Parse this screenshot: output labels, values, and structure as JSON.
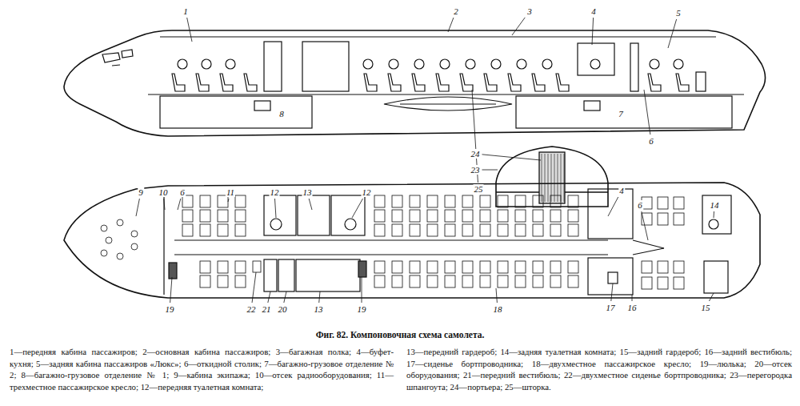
{
  "diagram": {
    "caption": "Фиг. 82. Компоновочная схема самолета.",
    "labels": [
      "1",
      "2",
      "3",
      "4",
      "5",
      "8",
      "7",
      "6",
      "25",
      "24",
      "23",
      "9",
      "10",
      "6",
      "11",
      "12",
      "13",
      "12",
      "4",
      "6",
      "14",
      "19",
      "22",
      "21",
      "20",
      "13",
      "19",
      "18",
      "17",
      "16",
      "15",
      "1—передняя кабина пассажиров;",
      "2—основная кабина пассажиров;",
      "3—багажная полка;",
      "4—буфет-кухня;",
      "5—задняя кабина пассажиров «Люкс»;",
      "6—откидной столик;",
      "7—багажно-грузовое отделение № 2;",
      "8—багажно-грузовое отделение № 1;",
      "9—кабина экипажа;",
      "10—отсек радиооборудования;",
      "11—трехместное пассажирское кресло;",
      "12—передняя туалетная комната;",
      "13—передний гардероб;",
      "14—задняя туалетная комната;",
      "15—задний гардероб;",
      "16—задний вестибюль;",
      "17—сиденье бортпроводника;",
      "18—двухместное пассажирское кресло;",
      "19—люлька;",
      "20—отсек оборудования;",
      "21—передний вестибюль;",
      "22—двухместное сиденье бортпроводника;",
      "23—перегородка шпангоута;",
      "24—портьера;",
      "25—шторка."
    ]
  }
}
